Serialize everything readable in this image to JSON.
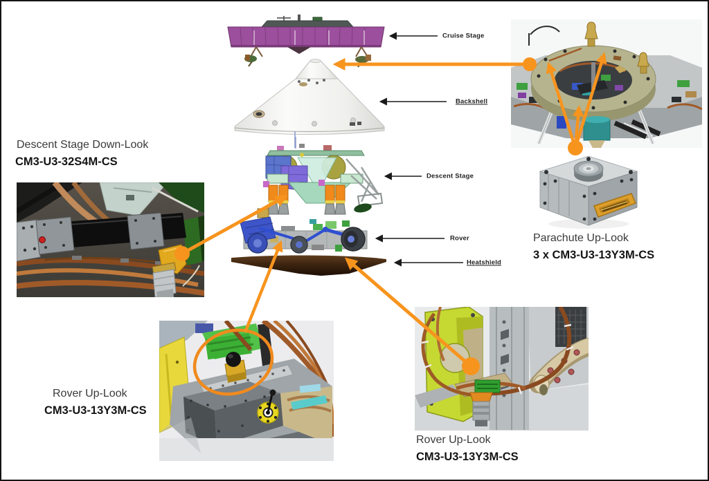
{
  "page": {
    "background": "#ffffff",
    "border_color": "#141414",
    "accent_orange": "#F7941E",
    "label_color": "#1f1f1f"
  },
  "exploded_view": {
    "labels": [
      {
        "text": "Cruise Stage"
      },
      {
        "text": "Backshell"
      },
      {
        "text": "Descent Stage"
      },
      {
        "text": "Rover"
      },
      {
        "text": "Heatshield"
      }
    ]
  },
  "cameras": {
    "descent_down_look": {
      "title": "Descent Stage Down-Look",
      "model": "CM3-U3-32S4M-CS"
    },
    "parachute_up_look": {
      "title": "Parachute Up-Look",
      "model": "3 x CM3-U3-13Y3M-CS"
    },
    "rover_up_look_left": {
      "title": "Rover Up-Look",
      "model": "CM3-U3-13Y3M-CS"
    },
    "rover_up_look_right": {
      "title": "Rover Up-Look",
      "model": "CM3-U3-13Y3M-CS"
    }
  }
}
